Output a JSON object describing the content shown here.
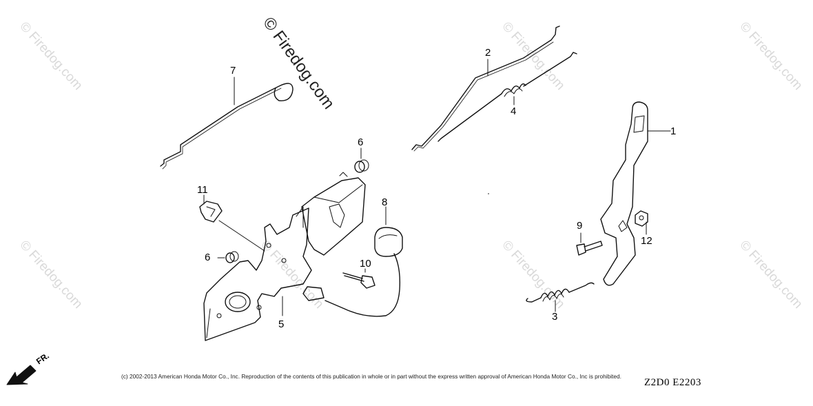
{
  "watermark": {
    "main": "© Firedog.com",
    "faded": "© Firedog.com"
  },
  "callouts": [
    "1",
    "2",
    "3",
    "4",
    "5",
    "6",
    "6",
    "7",
    "8",
    "9",
    "10",
    "11",
    "12"
  ],
  "direction": {
    "label": "FR.",
    "icon": "arrow-icon"
  },
  "footer": {
    "copyright": "(c) 2002-2013 American Honda Motor Co., Inc. Reproduction of the contents of this publication in whole or in part without the express written approval of American Honda Motor Co., Inc is prohibited.",
    "code": "Z2D0 E2203"
  }
}
